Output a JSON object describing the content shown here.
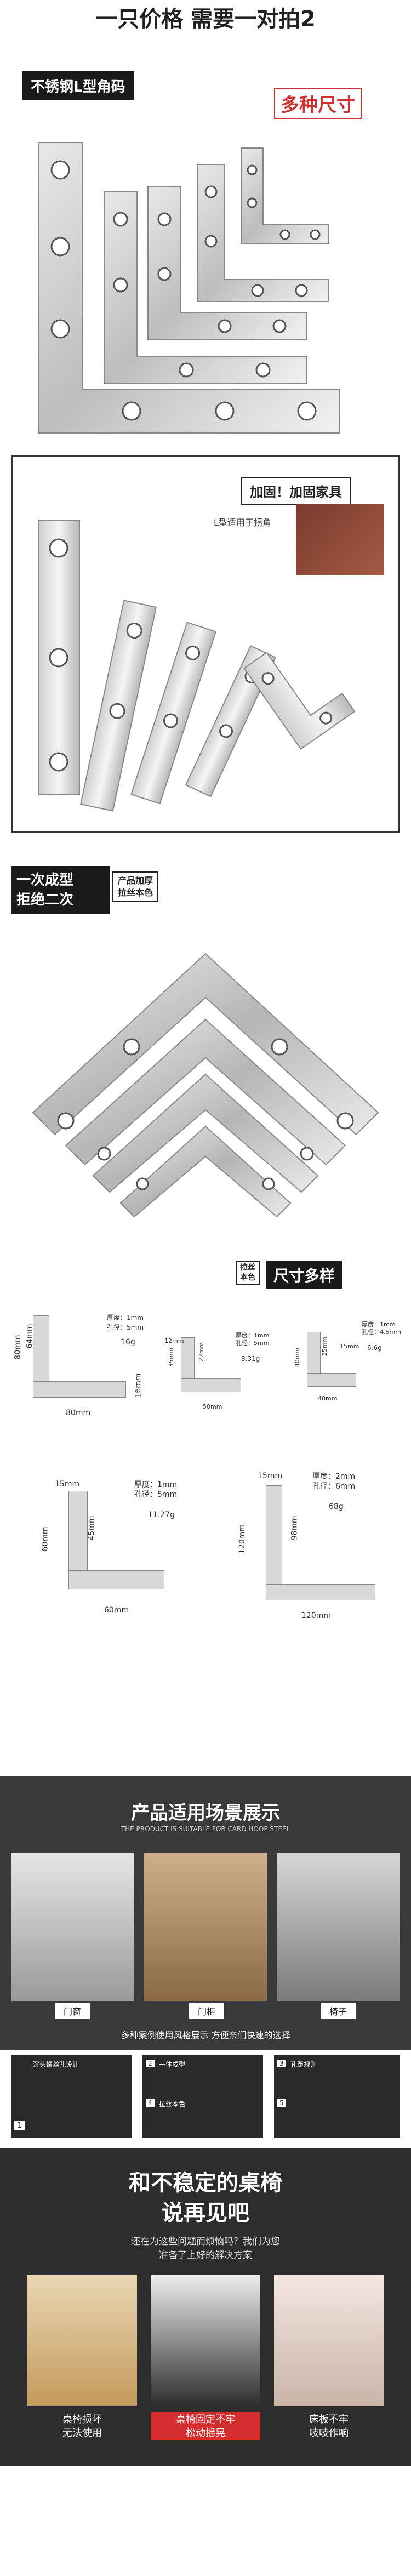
{
  "headline": "一只价格 需要一对拍2",
  "section1": {
    "tag": "不锈钢L型角码",
    "badge": "多种尺寸"
  },
  "section2": {
    "tag": "加固！加固家具",
    "note": "L型适用于拐角"
  },
  "section3": {
    "line1": "一次成型",
    "line2": "拒绝二次",
    "badge_line1": "产品加厚",
    "badge_line2": "拉丝本色"
  },
  "section4": {
    "badge_line1": "拉丝",
    "badge_line2": "本色",
    "title": "尺寸多样",
    "items": [
      {
        "h": "80mm",
        "w": "80mm",
        "inner": "64mm",
        "side": "16mm",
        "spec": "厚度：1mm\n孔径：5mm",
        "weight": "16g"
      },
      {
        "h": "35mm",
        "w": "50mm",
        "inner": "22mm",
        "side": "12mm",
        "spec": "厚度：1mm\n孔径：5mm",
        "weight": "8.31g"
      },
      {
        "h": "40mm",
        "w": "40mm",
        "inner": "25mm",
        "side": "15mm",
        "spec": "厚度：1mm\n孔径：4.5mm",
        "weight": "6.6g"
      },
      {
        "h": "60mm",
        "w": "60mm",
        "inner": "45mm",
        "side": "15mm",
        "spec": "厚度：1mm\n孔径：5mm",
        "weight": "11.27g"
      },
      {
        "h": "120mm",
        "w": "120mm",
        "inner": "98mm",
        "side": "15mm",
        "spec": "厚度：2mm\n孔径：6mm",
        "weight": "68g"
      }
    ]
  },
  "section5": {
    "title": "产品适用场景展示",
    "subtitle": "THE PRODUCT IS SUITABLE FOR CARD HOOP STEEL",
    "scenes": [
      "门窗",
      "门柜",
      "椅子"
    ],
    "footer": "多种案例使用风格展示  方便亲们快速的选择"
  },
  "section6": {
    "panel1": "沉头螺丝孔设计",
    "panel2_a": "一体成型",
    "panel2_b": "拉丝本色",
    "panel3": "孔距规则",
    "num1": "1",
    "num2": "2",
    "num3": "3",
    "num4": "4",
    "num5": "5"
  },
  "section7": {
    "title_line1": "和不稳定的桌椅",
    "title_line2": "说再见吧",
    "sub_line1": "还在为这些问题而烦恼吗？我们为您",
    "sub_line2": "准备了上好的解决方案",
    "cards": [
      {
        "line1": "桌椅损坏",
        "line2": "无法使用"
      },
      {
        "line1": "桌椅固定不牢",
        "line2": "松动摇晃"
      },
      {
        "line1": "床板不牢",
        "line2": "吱吱作响"
      }
    ]
  },
  "colors": {
    "accent": "#d32f2f",
    "dark": "#1a1a1a",
    "panel": "#3a3a3a"
  }
}
